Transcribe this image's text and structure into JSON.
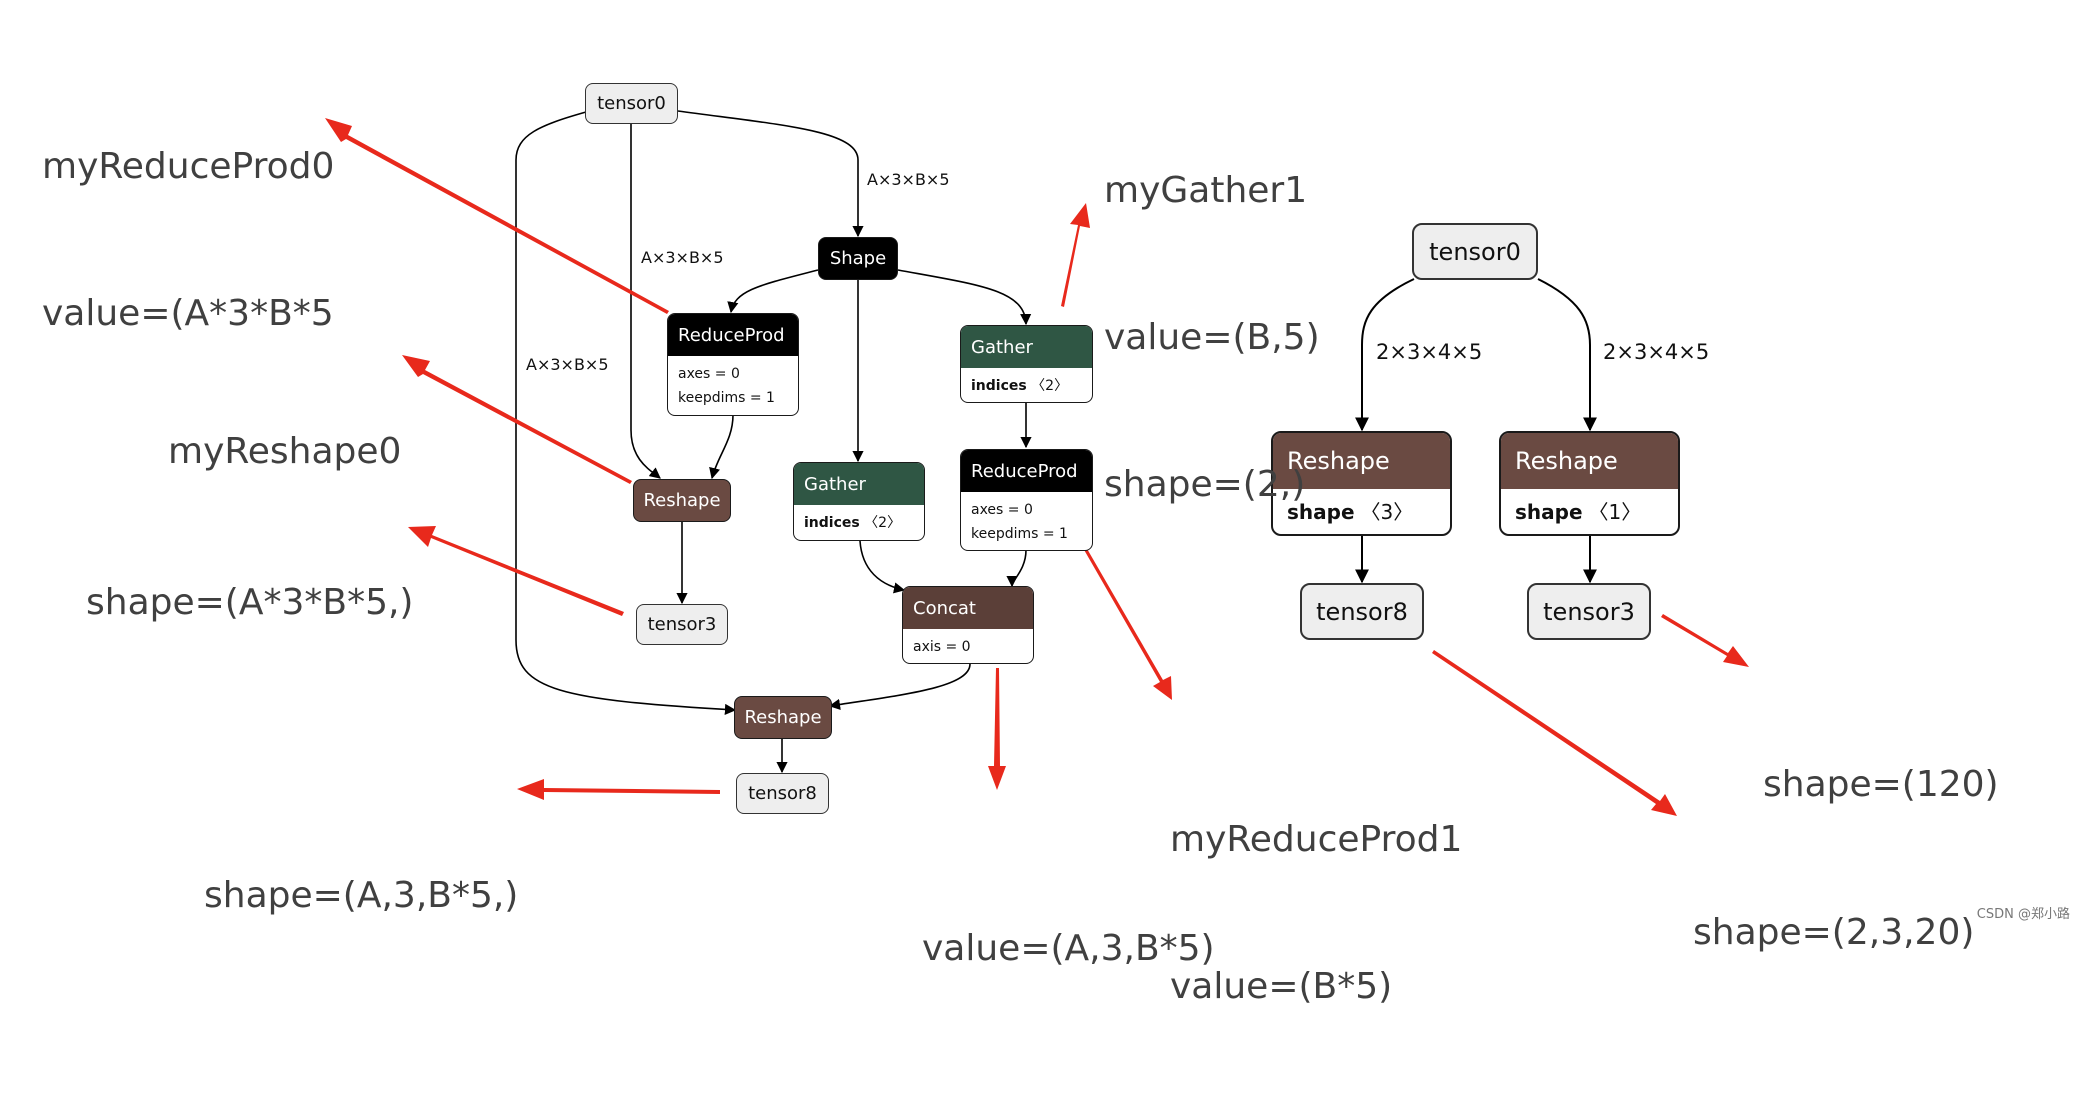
{
  "annotations": {
    "reduceprod0_name": "myReduceProd0",
    "reduceprod0_value": "value=(A*3*B*5",
    "gather1_name": "myGather1",
    "gather1_value": "value=(B,5)",
    "gather1_shape": "shape=(2,)",
    "reshape0_name": "myReshape0",
    "reshape0_shape": "shape=(A*3*B*5,)",
    "tensor8_shape_left": "shape=(A,3,B*5,)",
    "concat_value": "value=(A,3,B*5)",
    "reduceprod1_name": "myReduceProd1",
    "reduceprod1_value": "value=(B*5)",
    "tensor3_shape_right": "shape=(120)",
    "tensor8_shape_right": "shape=(2,3,20)"
  },
  "left_graph": {
    "tensor0": "tensor0",
    "shape": "Shape",
    "reduceprod0": {
      "title": "ReduceProd",
      "attr1": "axes = 0",
      "attr2": "keepdims = 1"
    },
    "reshape_top": "Reshape",
    "tensor3": "tensor3",
    "gather_a": {
      "title": "Gather",
      "attr_name": "indices",
      "attr_val": "〈2〉"
    },
    "gather_b": {
      "title": "Gather",
      "attr_name": "indices",
      "attr_val": "〈2〉"
    },
    "reduceprod1": {
      "title": "ReduceProd",
      "attr1": "axes = 0",
      "attr2": "keepdims = 1"
    },
    "concat": {
      "title": "Concat",
      "attr1": "axis = 0"
    },
    "reshape_bottom": "Reshape",
    "tensor8": "tensor8",
    "edge_label_shape": "A×3×B×5",
    "edge_label_reshape": "A×3×B×5",
    "edge_label_outer": "A×3×B×5"
  },
  "right_graph": {
    "tensor0": "tensor0",
    "reshape_left": {
      "title": "Reshape",
      "attr_name": "shape",
      "attr_val": "〈3〉"
    },
    "reshape_right": {
      "title": "Reshape",
      "attr_name": "shape",
      "attr_val": "〈1〉"
    },
    "tensor8": "tensor8",
    "tensor3": "tensor3",
    "edge_label_left": "2×3×4×5",
    "edge_label_right": "2×3×4×5"
  },
  "watermark": "CSDN @郑小路"
}
